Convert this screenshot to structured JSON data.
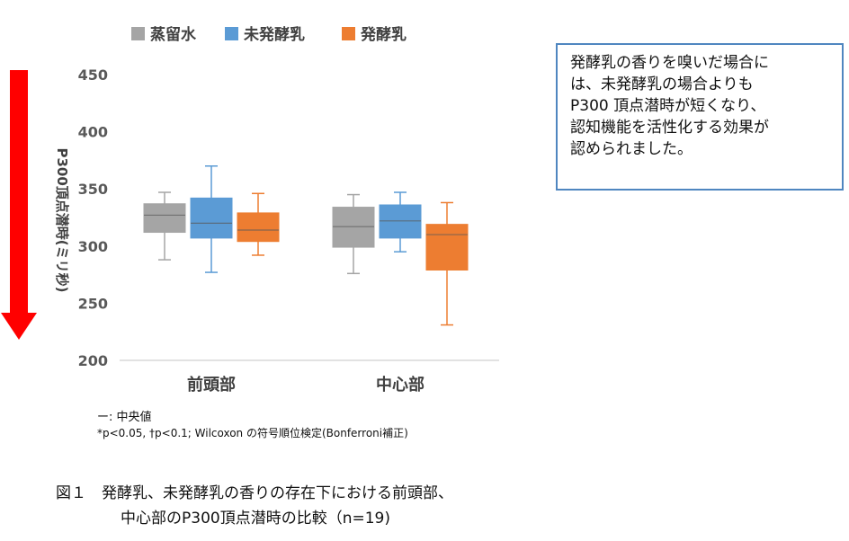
{
  "chart_data": {
    "type": "box",
    "ylabel": "P300頂点潜時(ミリ秒)",
    "ylim": [
      200,
      450
    ],
    "yticks": [
      200,
      250,
      300,
      350,
      400,
      450
    ],
    "grid": false,
    "legend_position": "top",
    "categories": [
      "前頭部",
      "中心部"
    ],
    "series": [
      {
        "name": "蒸留水",
        "color": "#a5a5a5",
        "boxes": [
          {
            "min": 288,
            "q1": 312,
            "median": 327,
            "q3": 337,
            "max": 347
          },
          {
            "min": 276,
            "q1": 299,
            "median": 317,
            "q3": 334,
            "max": 345
          }
        ]
      },
      {
        "name": "未発酵乳",
        "color": "#5b9bd5",
        "boxes": [
          {
            "min": 277,
            "q1": 307,
            "median": 320,
            "q3": 342,
            "max": 370
          },
          {
            "min": 295,
            "q1": 307,
            "median": 322,
            "q3": 336,
            "max": 347
          }
        ]
      },
      {
        "name": "発酵乳",
        "color": "#ed7d31",
        "boxes": [
          {
            "min": 292,
            "q1": 304,
            "median": 314,
            "q3": 329,
            "max": 346
          },
          {
            "min": 231,
            "q1": 279,
            "median": 310,
            "q3": 319,
            "max": 338
          }
        ]
      }
    ]
  },
  "note": {
    "lines": [
      "発酵乳の香りを嗅いだ場合に",
      "は、未発酵乳の場合よりも",
      "P300 頂点潜時が短くなり、",
      "認知機能を活性化する効果が",
      "認められました。"
    ]
  },
  "footnotes": {
    "median_legend": "ー: 中央値",
    "stats": "*p<0.05, †p<0.1; Wilcoxon の符号順位検定(Bonferroni補正)"
  },
  "caption": {
    "line1": "図１　発酵乳、未発酵乳の香りの存在下における前頭部、",
    "line2": "中心部のP300頂点潜時の比較（n=19)"
  },
  "colors": {
    "arrow": "#ff0000",
    "axis": "#d9d9d9",
    "note_border": "#4f86c0"
  }
}
